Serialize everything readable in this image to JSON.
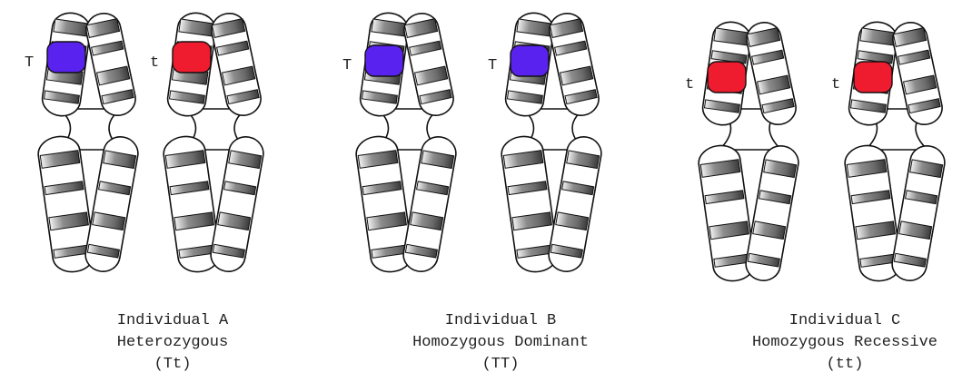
{
  "colors": {
    "dominant": "#5a22ee",
    "recessive": "#ee1c2e",
    "band": "#8a8a8a"
  },
  "individuals": [
    {
      "name": "Individual A",
      "type": "Heterozygous",
      "genotype": "(Tt)",
      "chromosomes": [
        {
          "allele": "T",
          "kind": "dominant"
        },
        {
          "allele": "t",
          "kind": "recessive"
        }
      ]
    },
    {
      "name": "Individual B",
      "type": "Homozygous Dominant",
      "genotype": "(TT)",
      "chromosomes": [
        {
          "allele": "T",
          "kind": "dominant"
        },
        {
          "allele": "T",
          "kind": "dominant"
        }
      ]
    },
    {
      "name": "Individual C",
      "type": "Homozygous Recessive",
      "genotype": "(tt)",
      "chromosomes": [
        {
          "allele": "t",
          "kind": "recessive"
        },
        {
          "allele": "t",
          "kind": "recessive"
        }
      ]
    }
  ]
}
